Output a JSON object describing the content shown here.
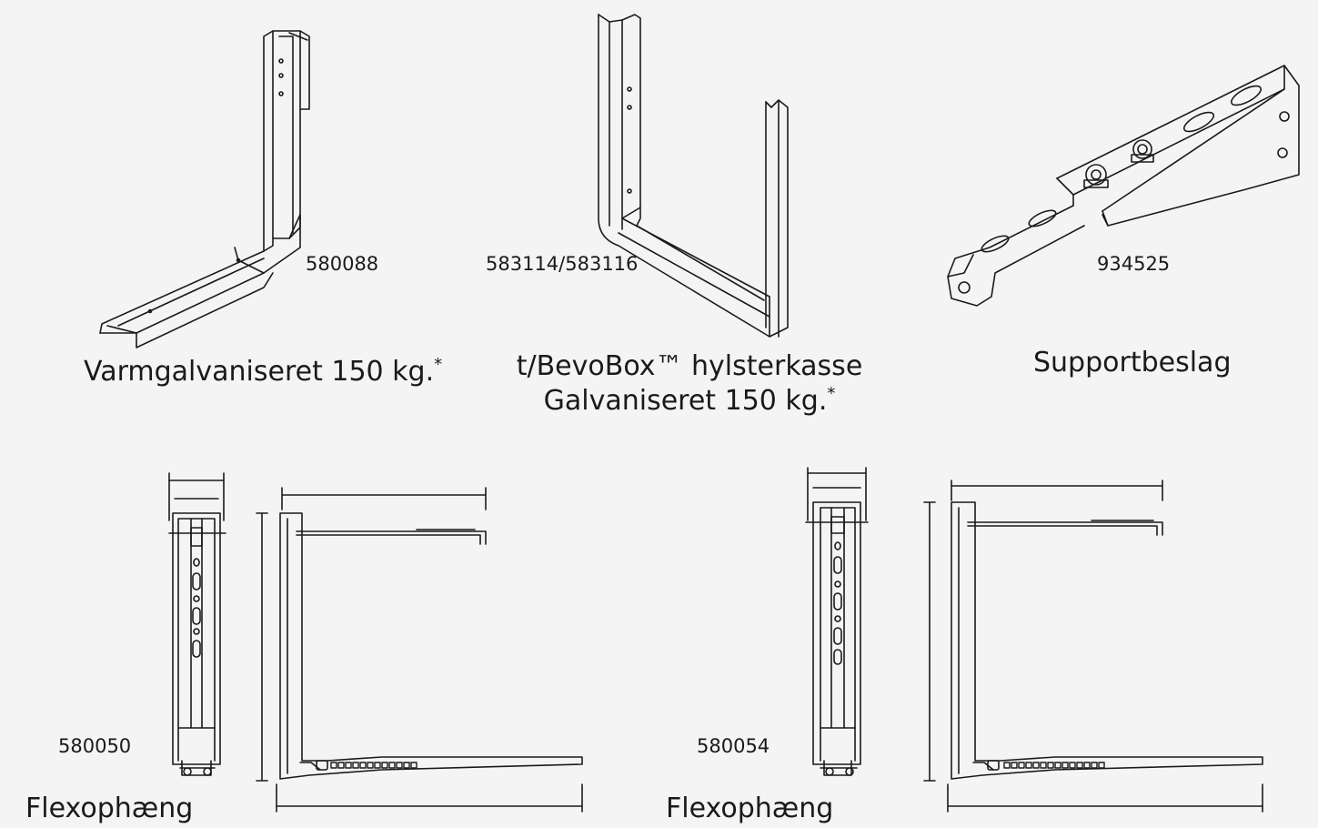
{
  "products": [
    {
      "code": "580088",
      "caption": "Varmgalvaniseret 150 kg.",
      "note": "*"
    },
    {
      "code": "583114/583116",
      "caption_line1": "t/BevoBox™ hylsterkasse",
      "caption_line2": "Galvaniseret 150 kg.",
      "note": "*"
    },
    {
      "code": "934525",
      "caption": "Supportbeslag"
    },
    {
      "code": "580050",
      "caption": "Flexophæng"
    },
    {
      "code": "580054",
      "caption": "Flexophæng"
    }
  ],
  "colors": {
    "background": "#f4f4f4",
    "line": "#1a1a1a"
  }
}
